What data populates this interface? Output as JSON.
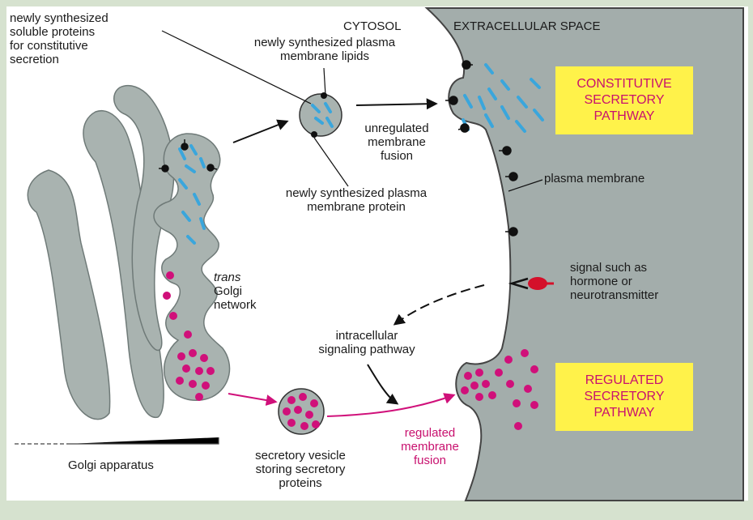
{
  "labels": {
    "cytosol": "CYTOSOL",
    "extracellular": "EXTRACELLULAR SPACE",
    "soluble_proteins": "newly synthesized\nsoluble proteins\nfor constitutive\nsecretion",
    "plasma_lipids": "newly synthesized plasma\nmembrane lipids",
    "unregulated_fusion": "unregulated\nmembrane\nfusion",
    "plasma_protein": "newly synthesized plasma\nmembrane protein",
    "plasma_membrane": "plasma membrane",
    "signal": "signal such as\nhormone or\nneurotransmitter",
    "trans_italic": "trans",
    "trans_rest": "Golgi\nnetwork",
    "intracellular": "intracellular\nsignaling pathway",
    "secretory_vesicle": "secretory vesicle\nstoring secretory\nproteins",
    "regulated_fusion": "regulated\nmembrane\nfusion",
    "golgi": "Golgi apparatus"
  },
  "boxes": {
    "constitutive": "CONSTITUTIVE\nSECRETORY\nPATHWAY",
    "regulated": "REGULATED\nSECRETORY\nPATHWAY"
  },
  "colors": {
    "background": "#d6e2cf",
    "cytosol": "#ffffff",
    "extracellular": "#a3adab",
    "golgi": "#a9b3b0",
    "secretory_granule": "#d0107a",
    "soluble_protein": "#3aa6dc",
    "arrow_regulated": "#d0107a",
    "signal": "#d4102a",
    "box": "#fff24a"
  }
}
